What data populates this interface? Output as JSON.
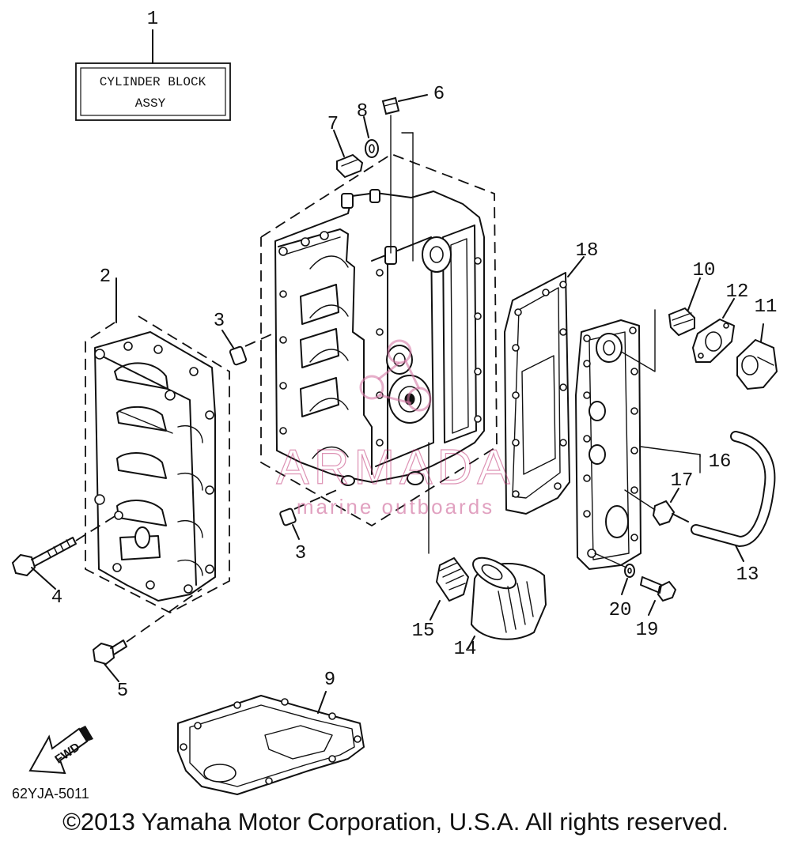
{
  "title_box": {
    "line1": "CYLINDER BLOCK",
    "line2": "ASSY"
  },
  "callouts": [
    "1",
    "2",
    "3",
    "3",
    "4",
    "5",
    "6",
    "7",
    "8",
    "9",
    "10",
    "11",
    "12",
    "13",
    "14",
    "15",
    "16",
    "17",
    "18",
    "19",
    "20"
  ],
  "fwd_label": "FWD",
  "diagram_code": "62YJA-5011",
  "watermark": {
    "brand": "ARMADA",
    "tagline": "marine outboards"
  },
  "copyright": "©2013 Yamaha Motor Corporation, U.S.A. All rights reserved.",
  "colors": {
    "ink": "#111111",
    "watermark": "#c23a78",
    "background": "#ffffff"
  }
}
